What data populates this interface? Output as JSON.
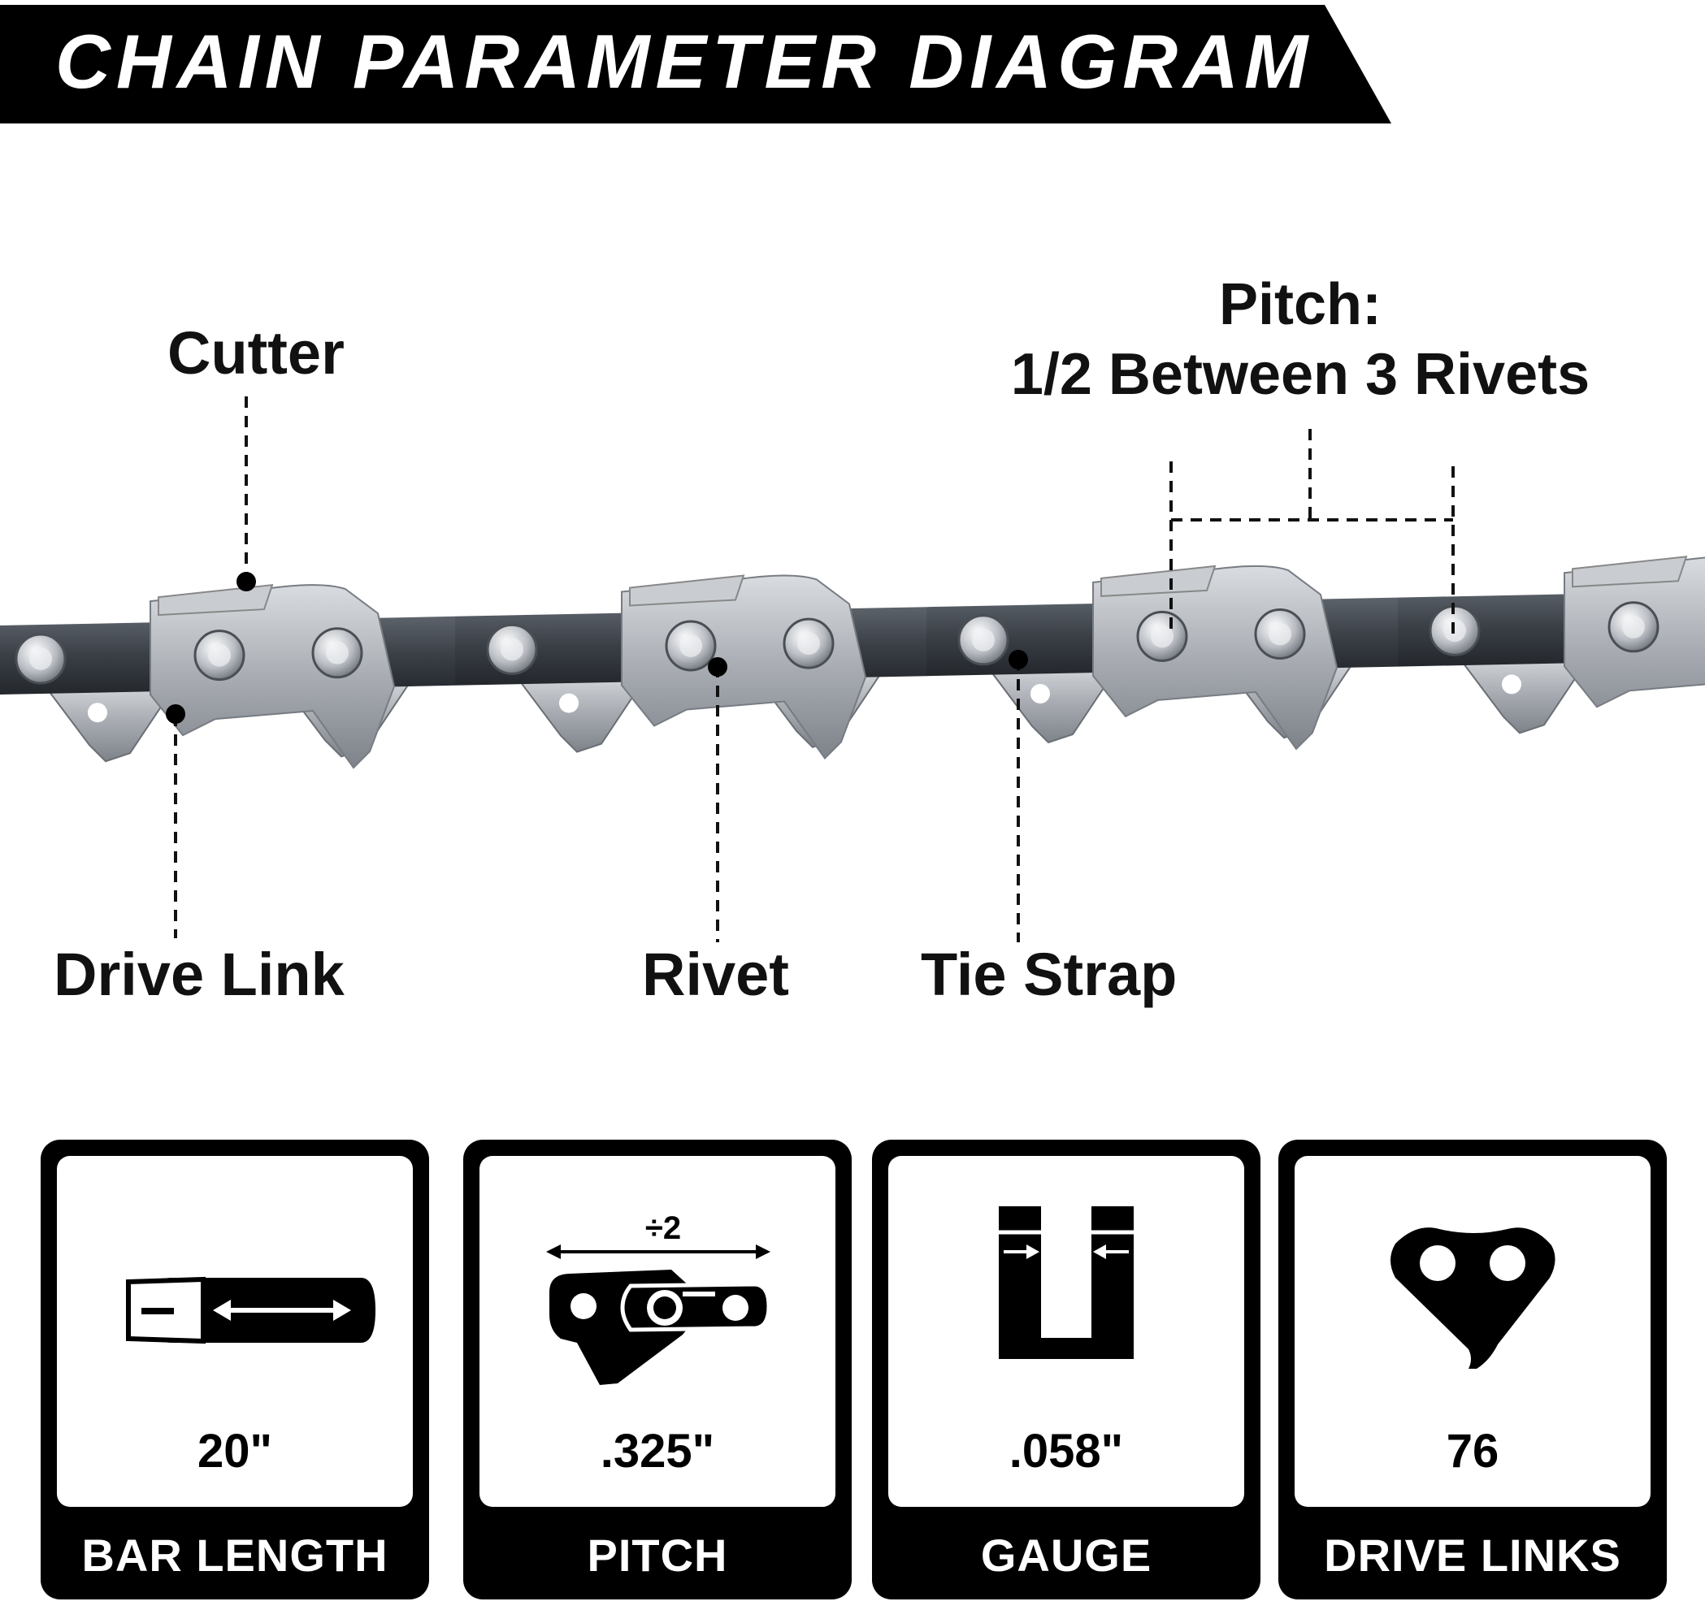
{
  "header": {
    "title": "CHAIN PARAMETER DIAGRAM"
  },
  "diagram": {
    "labels": {
      "cutter": "Cutter",
      "drive_link": "Drive Link",
      "rivet": "Rivet",
      "tie_strap": "Tie Strap",
      "pitch_line1": "Pitch:",
      "pitch_line2": "1/2 Between 3 Rivets"
    }
  },
  "specs": [
    {
      "title": "BAR LENGTH",
      "value": "20\"",
      "icon": "guide-bar-icon"
    },
    {
      "title": "PITCH",
      "value": ".325\"",
      "icon": "pitch-icon",
      "icon_text": "÷2"
    },
    {
      "title": "GAUGE",
      "value": ".058\"",
      "icon": "gauge-icon"
    },
    {
      "title": "DRIVE LINKS",
      "value": "76",
      "icon": "drive-link-icon"
    }
  ],
  "colors": {
    "banner": "#000000",
    "chain_steel": "#a9adb3",
    "strap": "#3a3f46"
  }
}
